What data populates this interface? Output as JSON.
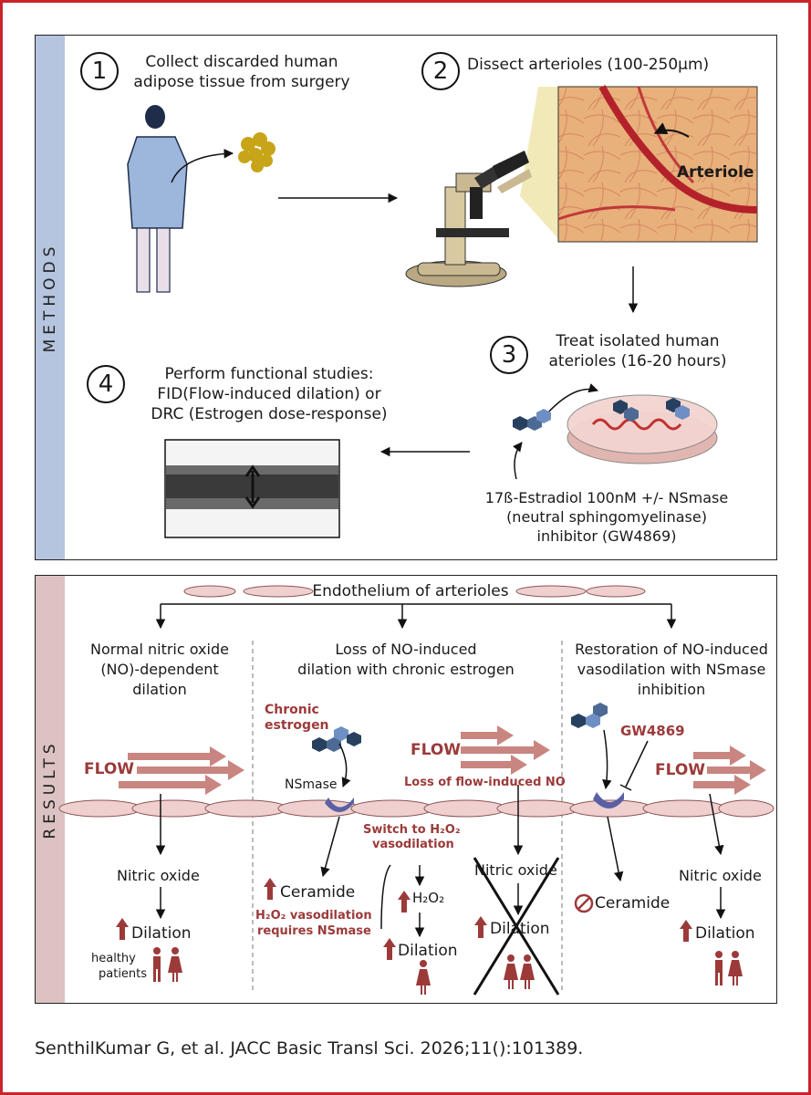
{
  "colors": {
    "frame": "#c8242b",
    "methods_band": "#b5c4df",
    "results_band": "#dcc2c2",
    "accent": "#9c3a3a"
  },
  "methods": {
    "label": "METHODS",
    "step1": {
      "num": "1",
      "line1": "Collect discarded human",
      "line2": "adipose tissue from surgery"
    },
    "step2": {
      "num": "2",
      "text": "Dissect arterioles (100-250µm)",
      "photo_label": "Arteriole"
    },
    "step3": {
      "num": "3",
      "line1": "Treat isolated human",
      "line2": "aterioles (16-20 hours)",
      "treat1": "17ß-Estradiol 100nM +/- NSmase",
      "treat2": "(neutral sphingomyelinase)",
      "treat3": "inhibitor (GW4869)"
    },
    "step4": {
      "num": "4",
      "line1": "Perform functional studies:",
      "line2": "FID(Flow-induced dilation) or",
      "line3": "DRC (Estrogen dose-response)"
    }
  },
  "results": {
    "label": "RESULTS",
    "endothelium": "Endothelium of arterioles",
    "col1": {
      "h1": "Normal nitric oxide",
      "h2": "(NO)-dependent",
      "h3": "dilation",
      "flow": "FLOW",
      "no": "Nitric oxide",
      "dilation": "Dilation",
      "healthy1": "healthy",
      "healthy2": "patients"
    },
    "col2": {
      "h1": "Loss of NO-induced",
      "h2": "dilation with chronic estrogen",
      "chronic1": "Chronic",
      "chronic2": "estrogen",
      "nsmase": "NSmase",
      "flow": "FLOW",
      "loss": "Loss of flow-induced NO",
      "switch1": "Switch to H₂O₂",
      "switch2": "vasodilation",
      "ceramide": "Ceramide",
      "req1": "H₂O₂ vasodilation",
      "req2": "requires NSmase",
      "h2o2": "H₂O₂",
      "dilation": "Dilation",
      "no": "Nitric oxide",
      "dilation_x": "Dilation"
    },
    "col3": {
      "h1": "Restoration of NO-induced",
      "h2": "vasodilation with NSmase",
      "h3": "inhibition",
      "gw": "GW4869",
      "flow": "FLOW",
      "ceramide": "Ceramide",
      "no": "Nitric oxide",
      "dilation": "Dilation"
    }
  },
  "citation": "SenthilKumar G, et al. JACC Basic Transl Sci. 2026;11():101389."
}
